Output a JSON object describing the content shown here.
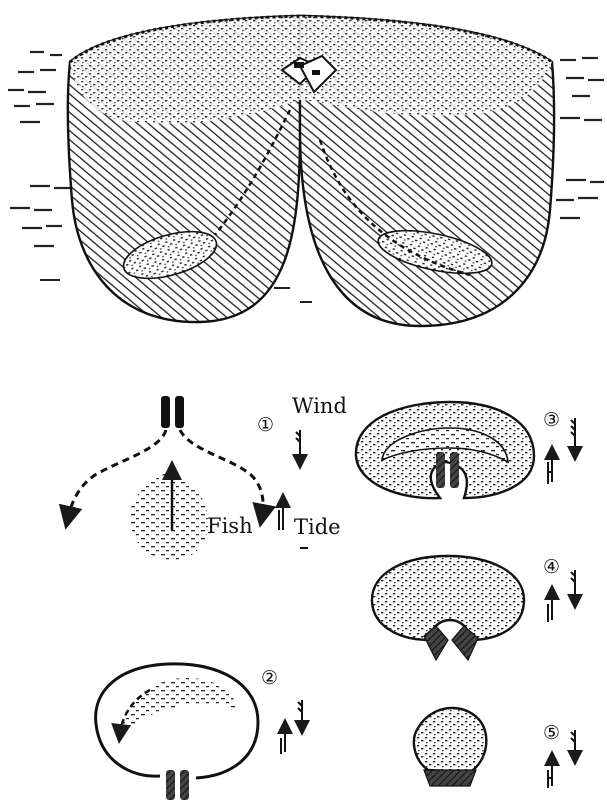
{
  "labels": {
    "wind": "Wind",
    "fish": "Fish",
    "tide": "Tide"
  },
  "steps": [
    "①",
    "②",
    "③",
    "④",
    "⑤"
  ],
  "colors": {
    "ink": "#1a1a1a",
    "paper": "#ffffff",
    "shade": "#555555"
  }
}
